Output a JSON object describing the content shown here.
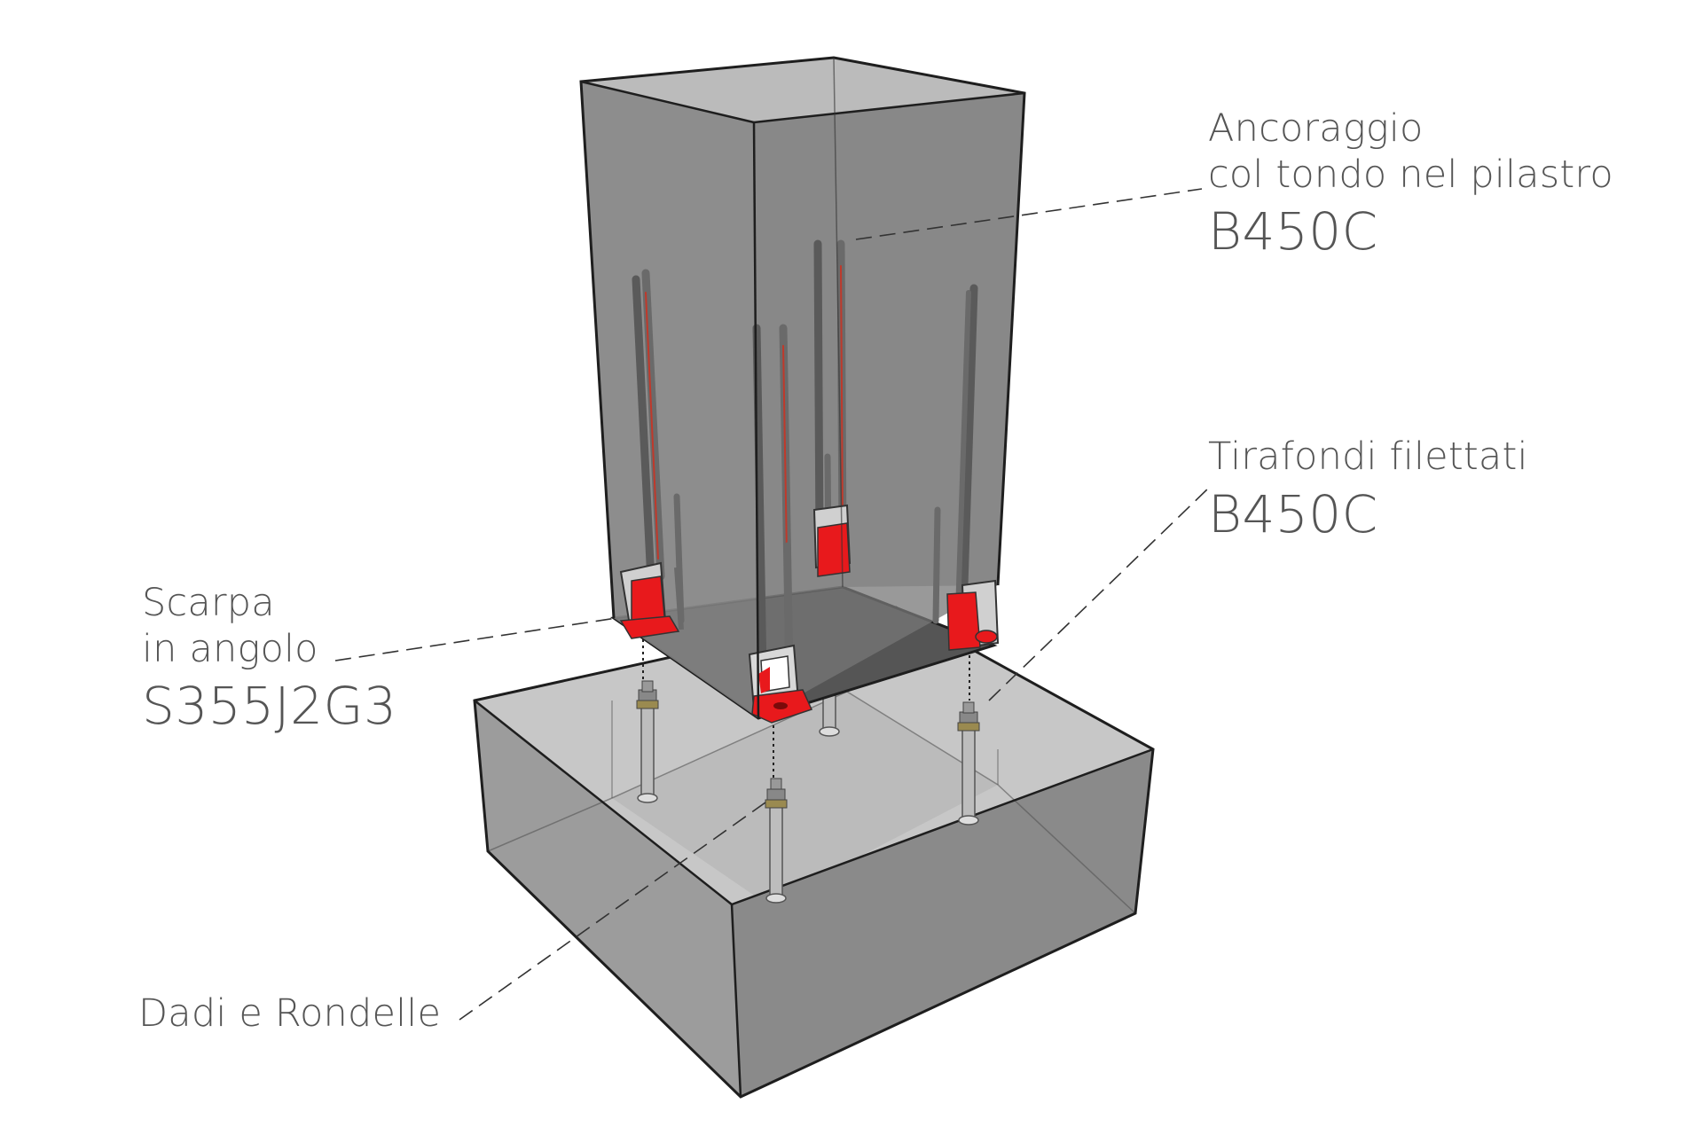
{
  "colors": {
    "concrete_light": "#a9a9a9",
    "concrete_mid": "#9a9a9a",
    "concrete_dark": "#7d7d7d",
    "column_front": "#8c8c8c",
    "column_side": "#7a7a7a",
    "steel_red": "#e8191c",
    "rebar": "#6e6e6e",
    "outline": "#1e1e1e",
    "text": "#555555"
  },
  "labels": {
    "ancoraggio": {
      "line1": "Ancoraggio",
      "line2": "col tondo nel pilastro",
      "code": "B450C"
    },
    "tirafondi": {
      "line1": "Tirafondi filettati",
      "code": "B450C"
    },
    "scarpa": {
      "line1": "Scarpa",
      "line2": "in angolo",
      "code": "S355J2G3"
    },
    "dadi": {
      "line1": "Dadi e Rondelle"
    }
  }
}
